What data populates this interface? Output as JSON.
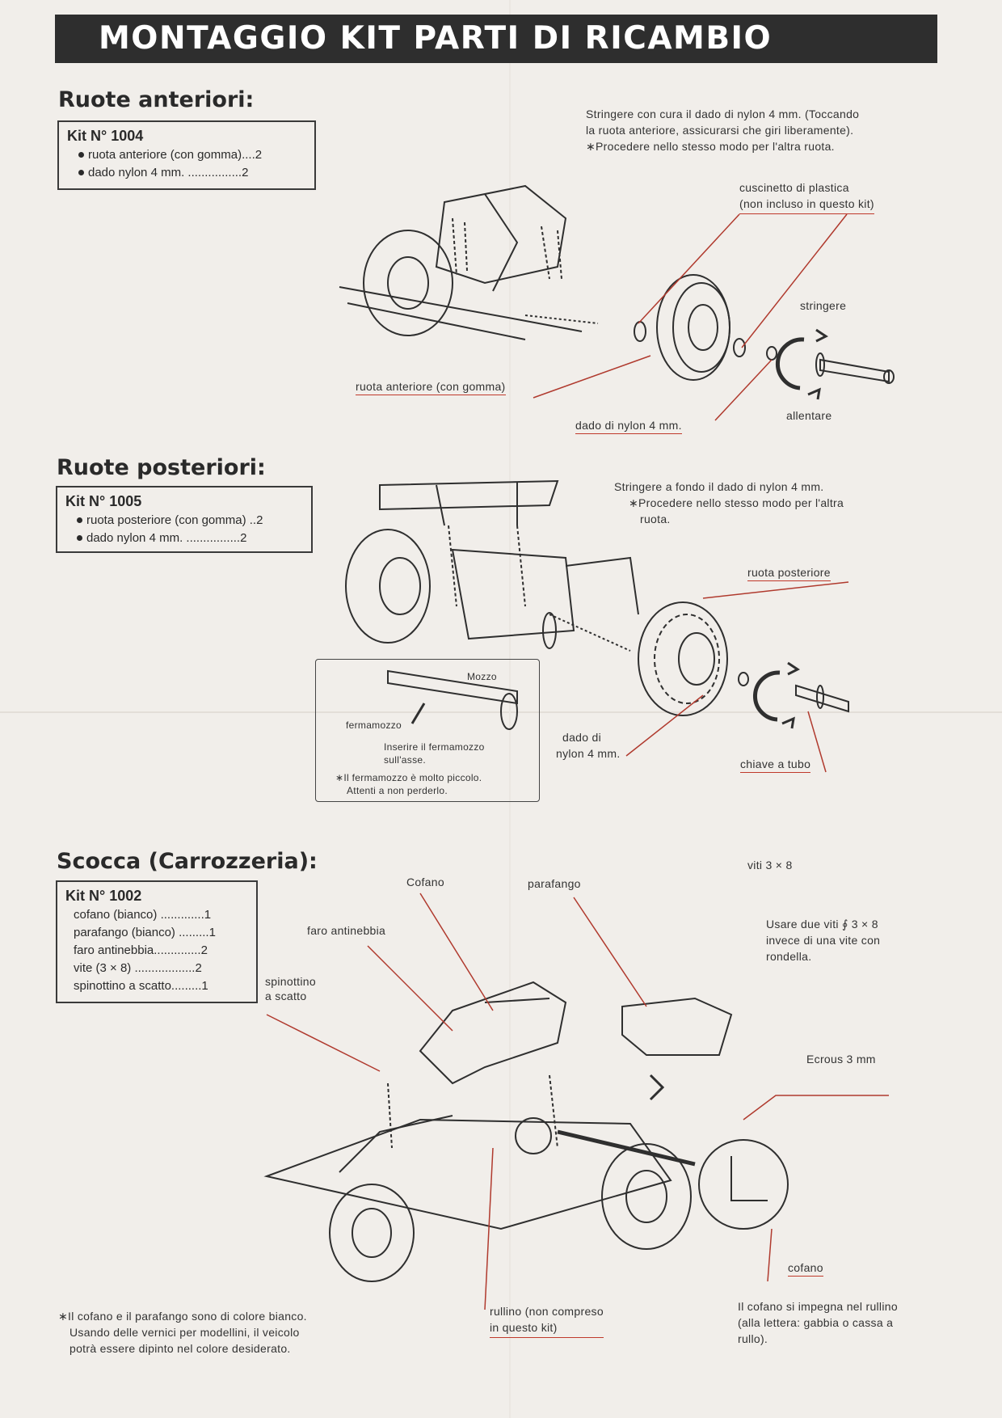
{
  "header": {
    "title": "MONTAGGIO KIT PARTI DI RICAMBIO"
  },
  "front": {
    "title": "Ruote anteriori:",
    "kit_title": "Kit N° 1004",
    "items": [
      "ruota anteriore (con gomma)....2",
      "dado nylon 4 mm.   ................2"
    ],
    "instruction": [
      "Stringere con cura il dado di nylon 4 mm. (Toccando",
      "la ruota anteriore, assicurarsi che giri liberamente).",
      "∗Procedere nello stesso modo per l'altra ruota."
    ],
    "labels": {
      "bearing": [
        "cuscinetto di plastica",
        "(non incluso in questo kit)"
      ],
      "tighten": "stringere",
      "loosen": "allentare",
      "wheel": "ruota anteriore (con gomma)",
      "nut": "dado di nylon 4 mm."
    }
  },
  "rear": {
    "title": "Ruote posteriori:",
    "kit_title": "Kit N° 1005",
    "items": [
      "ruota posteriore (con gomma) ..2",
      "dado nylon 4 mm.   ................2"
    ],
    "instruction": [
      "Stringere a fondo il dado di nylon 4 mm.",
      "∗Procedere nello stesso modo per l'altra",
      "ruota."
    ],
    "labels": {
      "wheel": "ruota posteriore",
      "hub": "Mozzo",
      "hub_stop": "fermamozzo",
      "insert": [
        "Inserire il fermamozzo",
        "sull'asse."
      ],
      "warning": [
        "∗Il fermamozzo è molto piccolo.",
        "Attenti a non perderlo."
      ],
      "nut": [
        "dado di",
        "nylon 4 mm."
      ],
      "wrench": "chiave a tubo"
    }
  },
  "body": {
    "title": "Scocca (Carrozzeria):",
    "kit_title": "Kit N° 1002",
    "items": [
      "cofano (bianco) .............1",
      "parafango (bianco) .........1",
      "faro antinebbia..............2",
      "vite (3 × 8) ..................2",
      "spinottino a scatto.........1"
    ],
    "labels": {
      "hood": "Cofano",
      "fender": "parafango",
      "fog_light": "faro antinebbia",
      "snap_pin": [
        "spinottino",
        "a scatto"
      ],
      "screws": "viti 3 × 8",
      "screws_note": [
        "Usare due viti ∮ 3 × 8",
        "invece di una vite con",
        "rondella."
      ],
      "nut": "Ecrous 3 mm",
      "hood2": "cofano",
      "roller": [
        "rullino (non compreso",
        "in questo kit)"
      ]
    },
    "footnote": [
      "∗Il cofano e il parafango sono di colore bianco.",
      "Usando delle vernici per modellini, il veicolo",
      "potrà essere dipinto nel colore desiderato."
    ],
    "roller_note": [
      "Il cofano si impegna nel rullino",
      "(alla lettera: gabbia o cassa a",
      "rullo)."
    ]
  }
}
